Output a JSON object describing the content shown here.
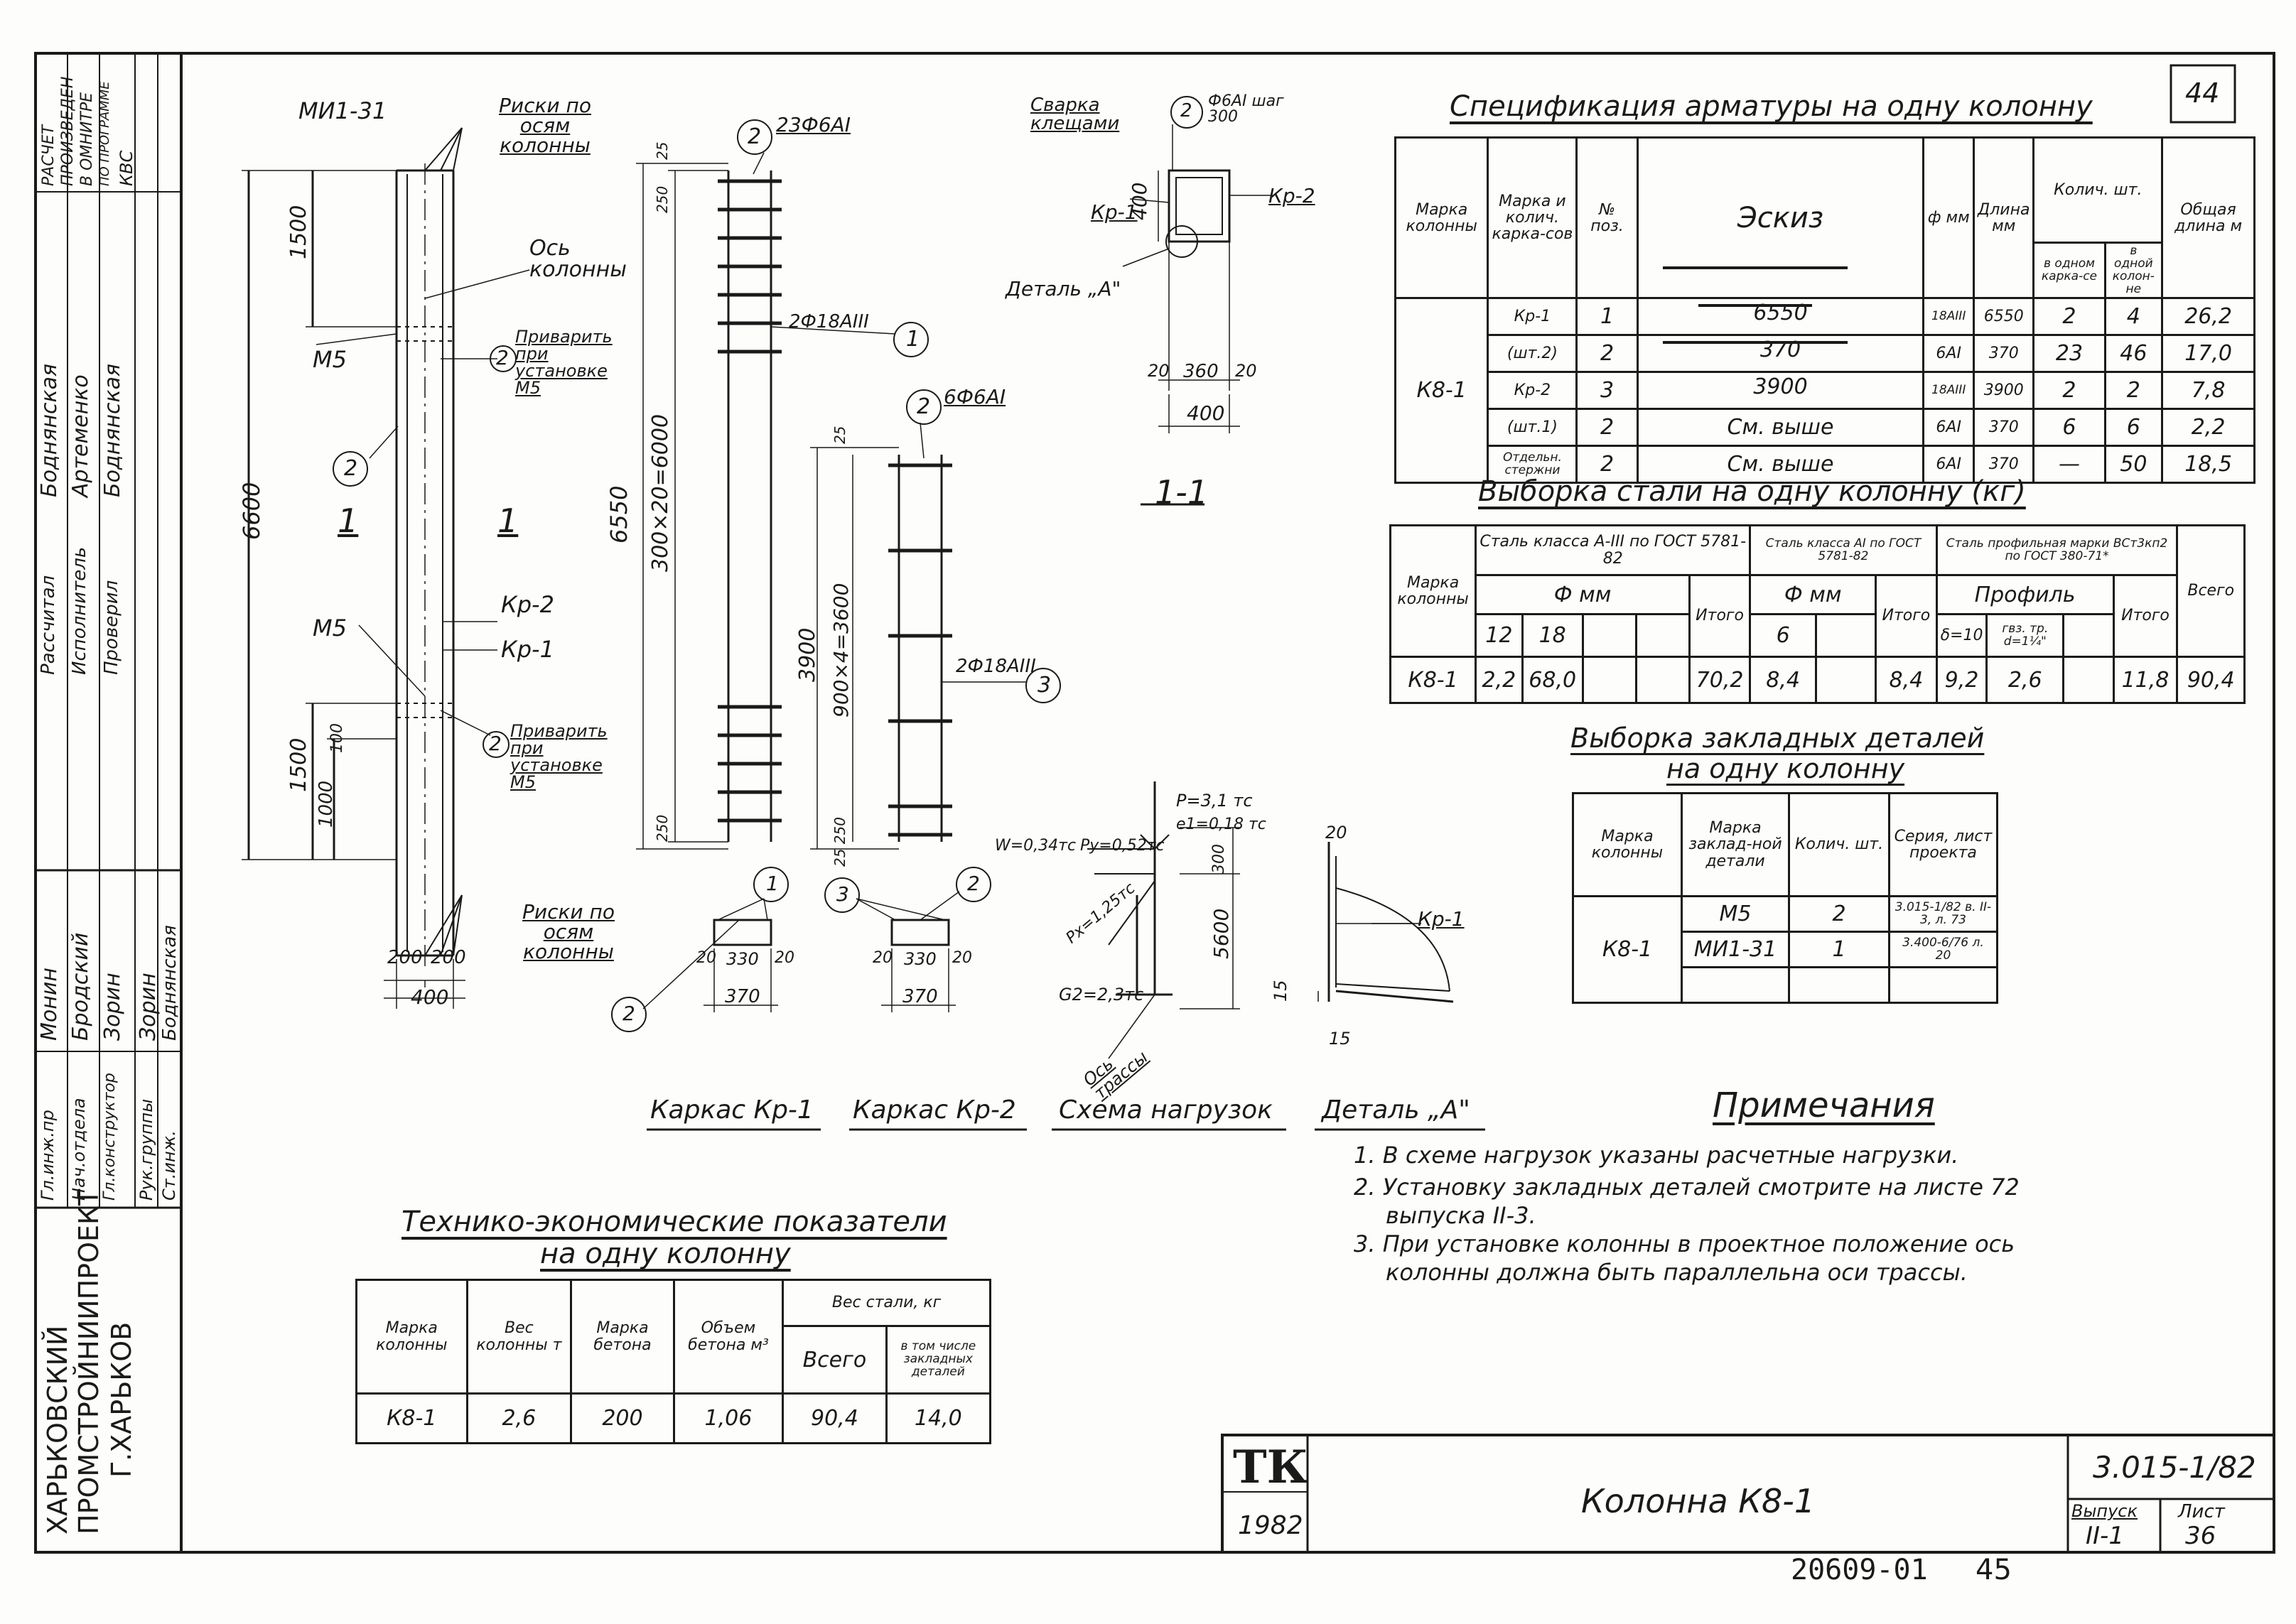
{
  "page_number": "44",
  "sheet_bottom": {
    "number": "20609-01",
    "page": "45"
  },
  "left_strip": {
    "org": [
      "ХАРЬКОВСКИЙ",
      "ПРОМСТРОЙНИИПРОЕКТ",
      "Г.ХАРЬКОВ"
    ],
    "roles": [
      "Гл.инж.пр",
      "Нач.отдела",
      "Гл.конструктор",
      "Рук.группы",
      "Ст.инж."
    ],
    "names": [
      "Монин",
      "Бродский",
      "Зорин",
      "Зорин",
      "Боднянская"
    ],
    "roles2": [
      "Рассчитал",
      "Исполнитель",
      "Проверил"
    ],
    "names2": [
      "Боднянская",
      "Артеменко",
      "Боднянская"
    ],
    "calc_note": [
      "РАСЧЕТ",
      "ПРОИЗВЕДЕН",
      "В ОМНИТРЕ",
      "ПО ПРОГРАММЕ",
      "КВС"
    ]
  },
  "drawing": {
    "col_label_top": "МИ1-31",
    "marks_top": "Риски по осям колонны",
    "axis": "Ось колонны",
    "weld1": "Приварить при установке М5",
    "weld2": "Приварить при установке М5",
    "m5a": "М5",
    "m5b": "М5",
    "kp2": "Кр-2",
    "kp1": "Кр-1",
    "marks_bottom": "Риски по осям колонны",
    "section_1a": "1",
    "section_1b": "1",
    "circle2": "2",
    "dim_6600": "6600",
    "dim_1500a": "1500",
    "dim_1500b": "1500",
    "dim_1000": "1000",
    "dim_100": "100",
    "dim_200a": "200",
    "dim_200b": "200",
    "dim_400": "400",
    "kr1_top": "23Ф6АI",
    "kr1_bar": "2Ф18АIII",
    "kr1_dim_6550": "6550",
    "kr1_dim_300x20": "300×20=6000",
    "kr1_dim_250a": "250",
    "kr1_dim_25": "25",
    "kr1_dim_250b": "250",
    "kr2_top": "6Ф6АI",
    "kr2_bar": "2Ф18АIII",
    "kr2_dim_3900": "3900",
    "kr2_dim_900x4": "900×4=3600",
    "kr2_dim_25": "25",
    "kr2_dim_250": "25 250",
    "sec_dims": [
      "20",
      "330",
      "20"
    ],
    "sec_370": "370",
    "weld": "Сварка клещами",
    "step": "Ф6АI шаг 300",
    "kp1b": "Кр-1",
    "kp2b": "Кр-2",
    "detail_a": "Деталь „А\"",
    "s11_dims": [
      "20",
      "360",
      "20"
    ],
    "s11_400": "400",
    "s11_400v": "400",
    "section11": "1-1",
    "load_W": "W=0,34тс",
    "load_Py": "Py=0,52тс",
    "load_P": "P=3,1 тс",
    "load_e": "e1=0,18 тс",
    "load_Px": "Px=1,25тс",
    "load_G": "G2=2,3тс",
    "load_5600": "5600",
    "load_300": "300",
    "axis_track": "Ось трассы",
    "det_20": "20",
    "det_15a": "15",
    "det_15b": "15",
    "det_kp1": "Кр-1"
  },
  "captions": [
    "Каркас Кр-1",
    "Каркас Кр-2",
    "Схема нагрузок",
    "Деталь „А\""
  ],
  "spec": {
    "title": "Спецификация арматуры на одну колонну",
    "headers": [
      "Марка колонны",
      "Марка и колич. карка-сов",
      "№ поз.",
      "Эскиз",
      "ф мм",
      "Длина мм",
      "Колич. шт.",
      "в одном карка-се",
      "в одной колон-не",
      "Общая длина м"
    ],
    "mark": "К8-1",
    "rows": [
      {
        "frame": "Кр-1",
        "pos": "1",
        "sketch": "6550",
        "d": "18АIII",
        "len": "6550",
        "n1": "2",
        "n2": "4",
        "total": "26,2"
      },
      {
        "frame": "(шт.2)",
        "pos": "2",
        "sketch": "370",
        "d": "6АI",
        "len": "370",
        "n1": "23",
        "n2": "46",
        "total": "17,0"
      },
      {
        "frame": "Кр-2",
        "pos": "3",
        "sketch": "3900",
        "d": "18АIII",
        "len": "3900",
        "n1": "2",
        "n2": "2",
        "total": "7,8"
      },
      {
        "frame": "(шт.1)",
        "pos": "2",
        "sketch": "См. выше",
        "d": "6АI",
        "len": "370",
        "n1": "6",
        "n2": "6",
        "total": "2,2"
      },
      {
        "frame": "Отдельн. стержни",
        "pos": "2",
        "sketch": "См. выше",
        "d": "6АI",
        "len": "370",
        "n1": "—",
        "n2": "50",
        "total": "18,5"
      }
    ]
  },
  "steel": {
    "title": "Выборка стали на одну колонну (кг)",
    "h_mark": "Марка колонны",
    "h_a3": "Сталь класса А-III по ГОСТ 5781-82",
    "h_a1": "Сталь класса АI по ГОСТ 5781-82",
    "h_prof": "Сталь профильная марки ВСт3кп2 по ГОСТ 380-71*",
    "h_fmm1": "Ф мм",
    "h_fmm2": "Ф мм",
    "h_profile": "Профиль",
    "h_12": "12",
    "h_18": "18",
    "h_total1": "Итого",
    "h_6": "6",
    "h_total2": "Итого",
    "h_d10": "δ=10",
    "h_gz": "гвз. тр. d=1¼\"",
    "h_total3": "Итого",
    "h_all": "Всего",
    "row": {
      "mark": "К8-1",
      "v12": "2,2",
      "v18": "68,0",
      "t1": "70,2",
      "v6": "8,4",
      "t2": "8,4",
      "vd10": "9,2",
      "vgz": "2,6",
      "t3": "11,8",
      "all": "90,4"
    }
  },
  "emb": {
    "title1": "Выборка закладных деталей",
    "title2": "на одну колонну",
    "headers": [
      "Марка колонны",
      "Марка заклад-ной детали",
      "Колич. шт.",
      "Серия, лист проекта"
    ],
    "mark": "К8-1",
    "rows": [
      {
        "part": "М5",
        "qty": "2",
        "series": "3.015-1/82 в. II-3, л. 73"
      },
      {
        "part": "МИ1-31",
        "qty": "1",
        "series": "3.400-6/76 л. 20"
      }
    ]
  },
  "tep": {
    "title1": "Технико-экономические показатели",
    "title2": "на одну колонну",
    "headers": [
      "Марка колонны",
      "Вес колонны т",
      "Марка бетона",
      "Объем бетона м³",
      "Вес стали, кг",
      "Всего",
      "в том числе закладных деталей"
    ],
    "row": {
      "mark": "К8-1",
      "weight": "2,6",
      "grade": "200",
      "volume": "1,06",
      "steel": "90,4",
      "emb": "14,0"
    }
  },
  "notes": {
    "title": "Примечания",
    "items": [
      "1. В схеме нагрузок указаны расчетные нагрузки.",
      "2. Установку закладных деталей смотрите на листе 72",
      "выпуска II-3.",
      "3. При установке колонны в проектное положение ось",
      "колонны должна быть параллельна оси трассы."
    ]
  },
  "stamp": {
    "tk": "ТК",
    "year": "1982",
    "name": "Колонна К8-1",
    "code": "3.015-1/82",
    "issue_label": "Выпуск",
    "issue": "II-1",
    "sheet_label": "Лист",
    "sheet": "36"
  }
}
